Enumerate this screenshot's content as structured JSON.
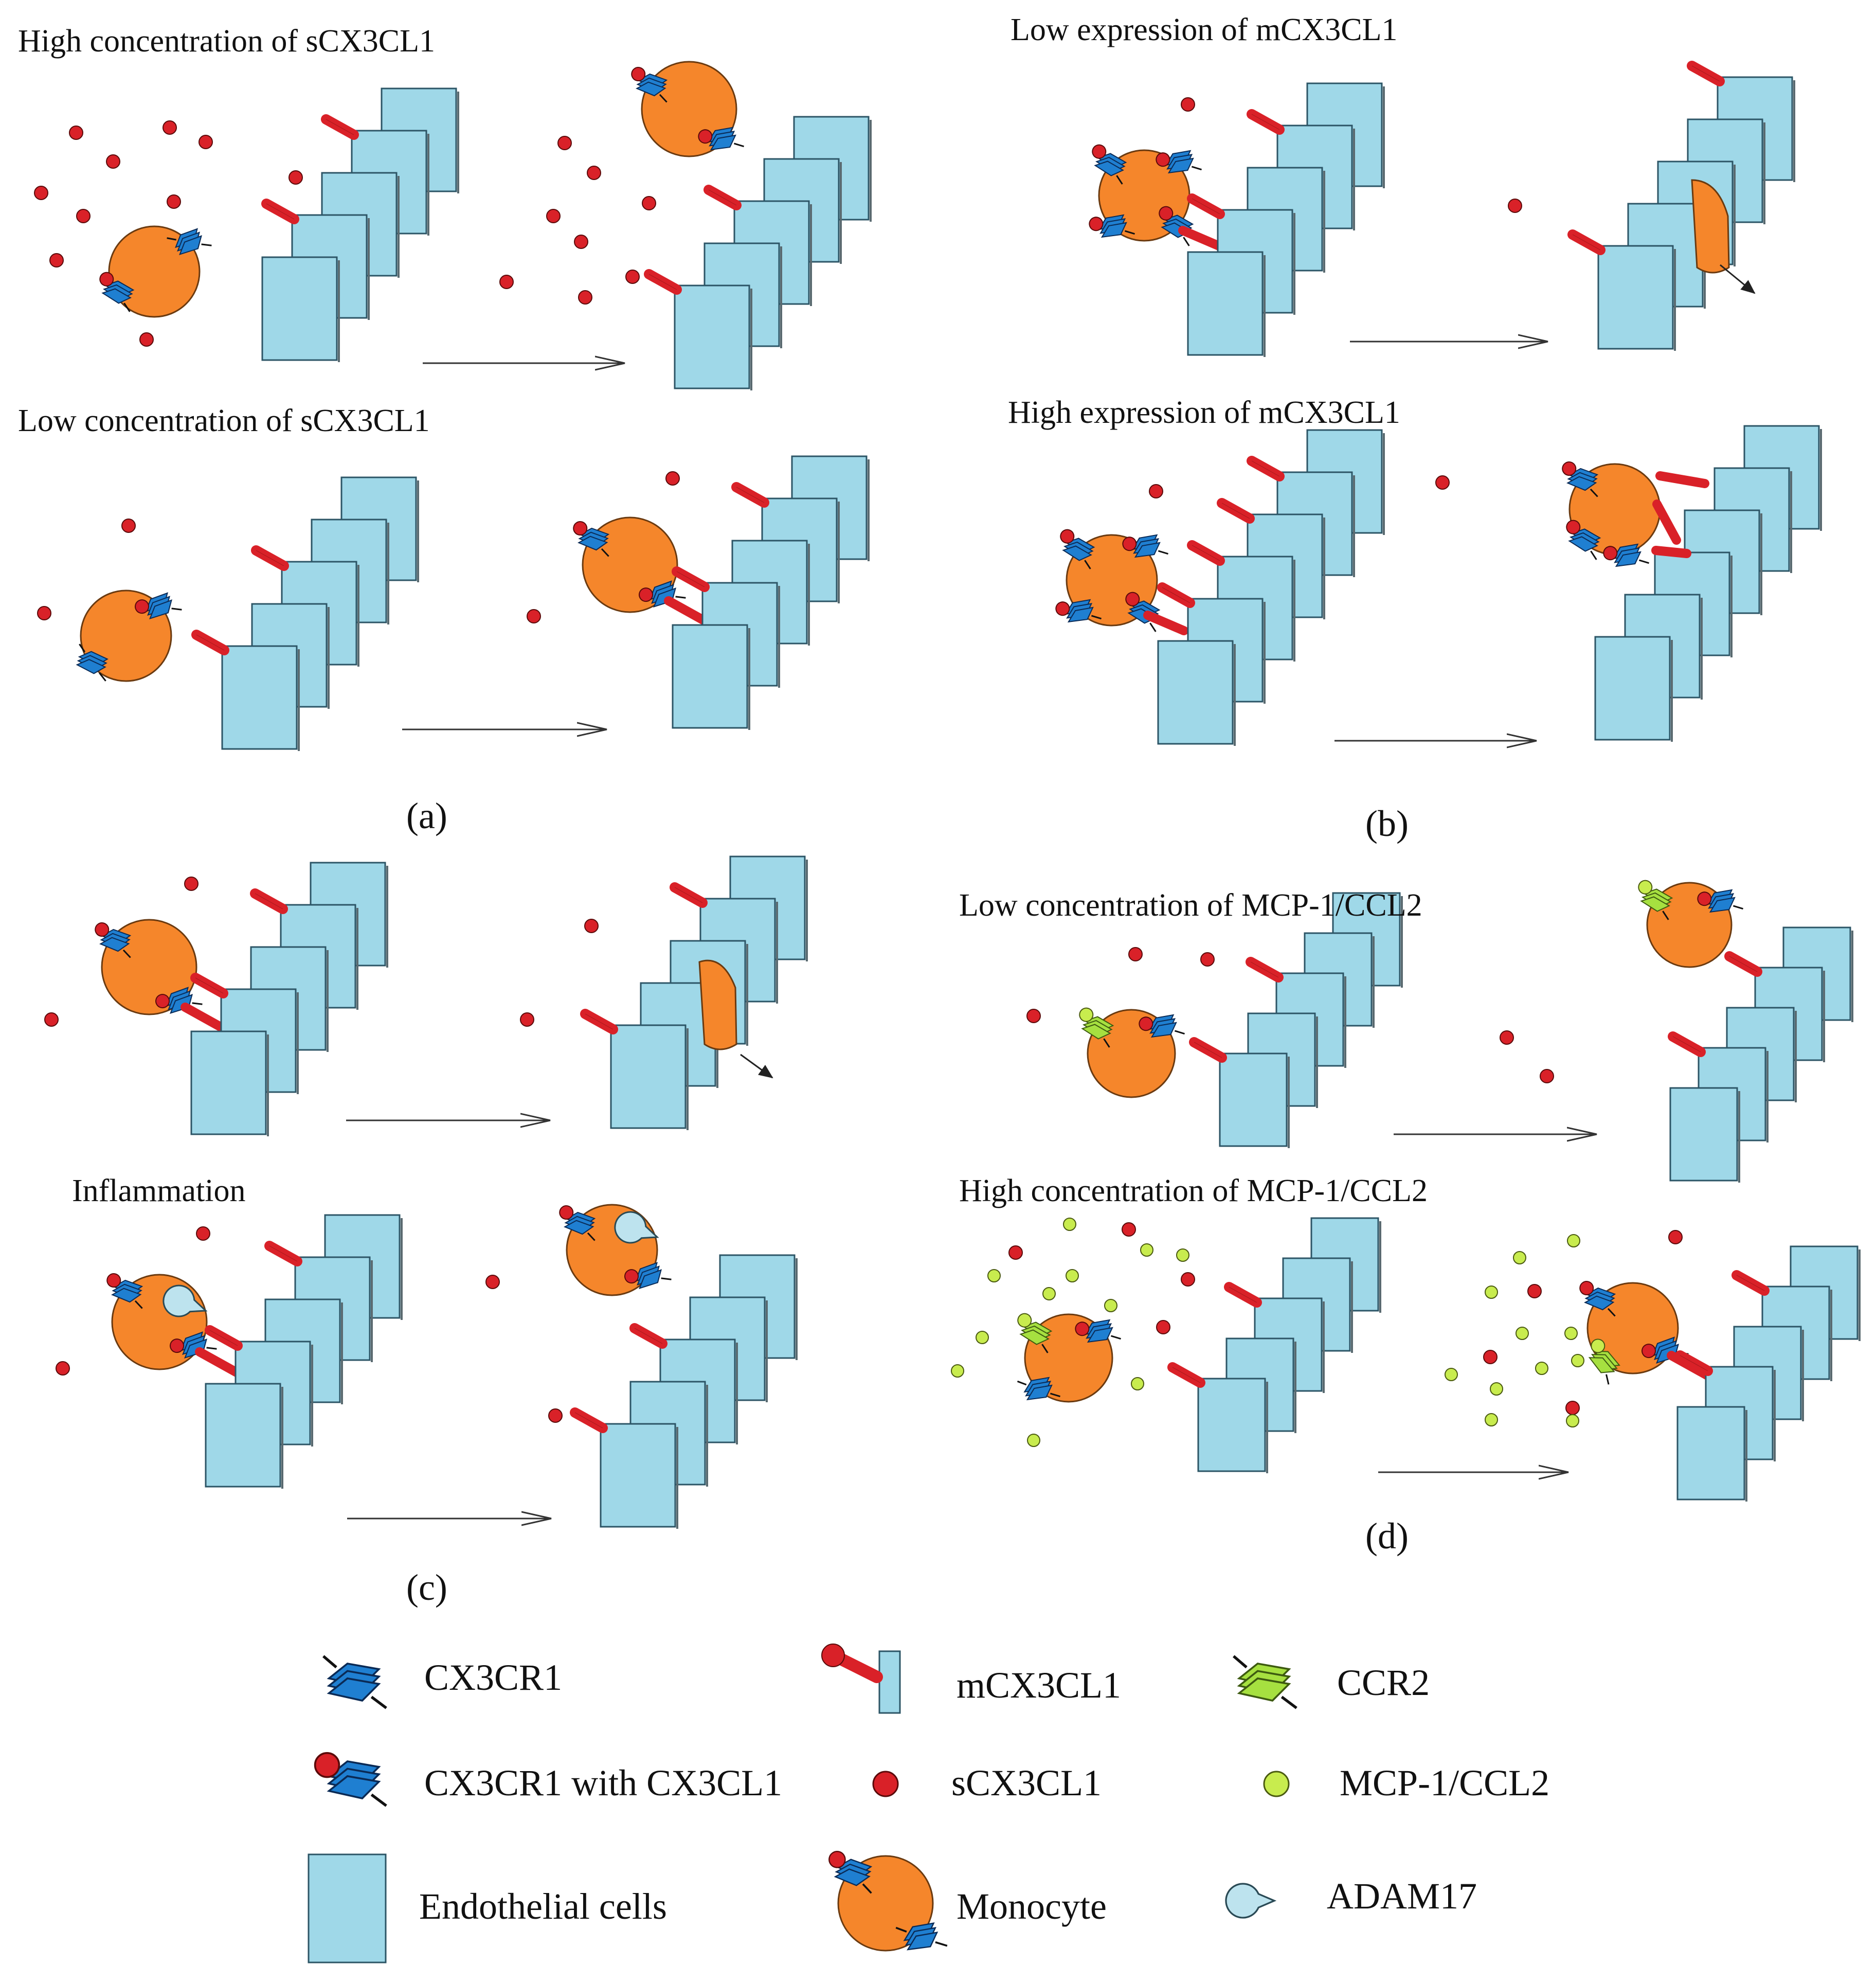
{
  "panels": {
    "a": {
      "label": "(a)",
      "top_caption": "High concentration of sCX3CL1",
      "bottom_caption": "Low concentration of sCX3CL1"
    },
    "b": {
      "label": "(b)",
      "top_caption": "Low expression of mCX3CL1",
      "bottom_caption": "High expression of mCX3CL1"
    },
    "c": {
      "label": "(c)",
      "bottom_caption": "Inflammation"
    },
    "d": {
      "label": "(d)",
      "top_caption": "Low concentration of MCP-1/CCL2",
      "bottom_caption": "High concentration of MCP-1/CCL2"
    }
  },
  "legend": {
    "cx3cr1": "CX3CR1",
    "cx3cr1_bound": "CX3CR1 with CX3CL1",
    "endothelial": "Endothelial cells",
    "mcx3cl1": "mCX3CL1",
    "scx3cl1": "sCX3CL1",
    "monocyte": "Monocyte",
    "ccr2": "CCR2",
    "mcp1": "MCP-1/CCL2",
    "adam17": "ADAM17"
  },
  "colors": {
    "monocyte": "#F5862B",
    "endothelial": "#9FD8E8",
    "cx3cr1": "#1F7FD1",
    "ligand": "#D92128",
    "ccr2": "#A6E040",
    "mcp1": "#C8EC4E",
    "adam17": "#BDE3EE"
  }
}
